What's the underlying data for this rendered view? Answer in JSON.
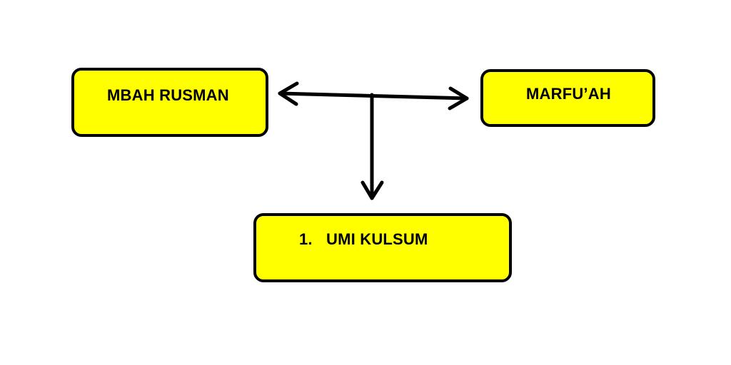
{
  "diagram": {
    "colors": {
      "box_fill": "#ffff00",
      "box_border": "#000000",
      "arrow": "#000000"
    },
    "nodes": {
      "left": {
        "label": "MBAH RUSMAN"
      },
      "right": {
        "label": "MARFU’AH"
      },
      "bottom": {
        "number": "1.",
        "label": "UMI KULSUM"
      }
    },
    "edges": [
      {
        "from": "junction",
        "to": "left",
        "type": "arrow"
      },
      {
        "from": "junction",
        "to": "right",
        "type": "arrow"
      },
      {
        "from": "junction",
        "to": "bottom",
        "type": "arrow"
      }
    ]
  }
}
